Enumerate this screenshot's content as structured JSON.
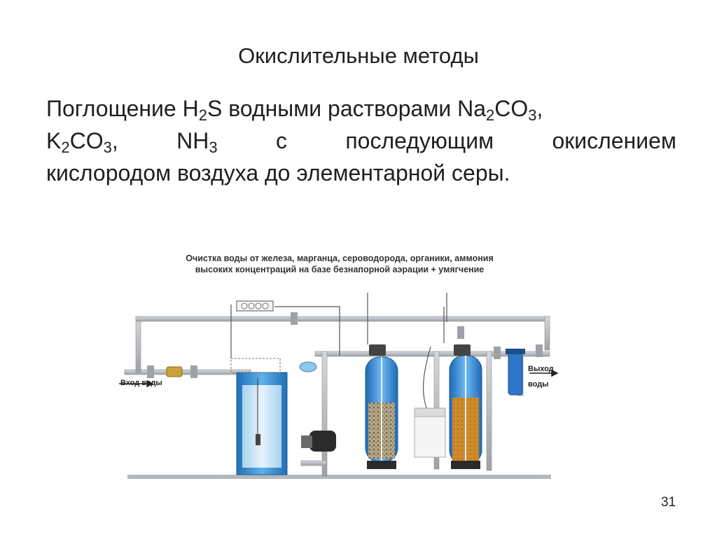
{
  "slide": {
    "title": "Окислительные методы",
    "text": {
      "l1_a": "Поглощение H",
      "l1_sub1": "2",
      "l1_b": "S водными растворами Na",
      "l1_sub2": "2",
      "l1_c": "CO",
      "l1_sub3": "3",
      "l1_d": ",",
      "l2_a": "K",
      "l2_sub1": "2",
      "l2_b": "CO",
      "l2_sub2": "3",
      "l2_c": ",",
      "l2_d": "NH",
      "l2_sub3": "3",
      "l2_e": "с",
      "l2_f": "последующим",
      "l2_g": "окислением",
      "l3": "кислородом воздуха до элементарной серы."
    },
    "page_number": "31"
  },
  "diagram": {
    "title_line1": "Очистка воды от железа, марганца, сероводорода, органики, аммония",
    "title_line2": "высоких концентраций на базе безнапорной аэрации + умягчение",
    "inlet_label": "Вход воды",
    "outlet_label_line1": "Выход",
    "outlet_label_line2": "воды",
    "colors": {
      "pipe": "#b9bcc0",
      "pipe_edge": "#8c9095",
      "tank_blue": "#2f8fd6",
      "tank_water": "#cfe6f5",
      "filter_blue": "#3a8fd8",
      "media_gravel": "#8a7a55",
      "media_orange": "#d08a2a",
      "valve_brass": "#c9a13a",
      "controller": "#444444"
    }
  }
}
